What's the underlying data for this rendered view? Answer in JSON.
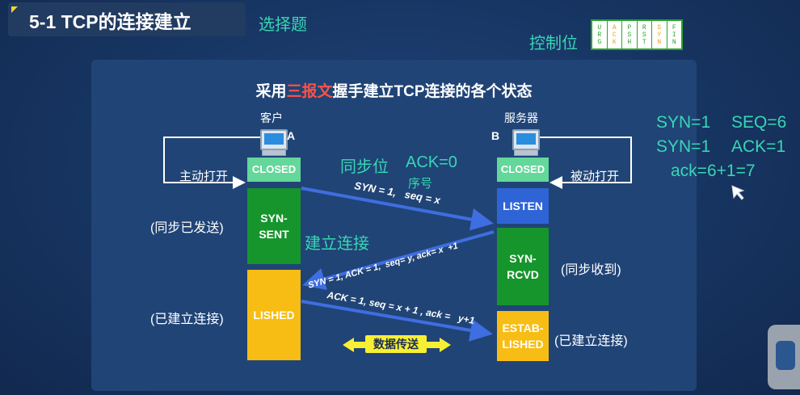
{
  "header": {
    "title": "5-1 TCP的连接建立",
    "subtitle": "选择题"
  },
  "control_bits": {
    "label": "控制位",
    "bits": [
      {
        "chars": [
          "U",
          "R",
          "G"
        ],
        "highlight": false
      },
      {
        "chars": [
          "A",
          "C",
          "K"
        ],
        "highlight": true
      },
      {
        "chars": [
          "P",
          "S",
          "H"
        ],
        "highlight": false
      },
      {
        "chars": [
          "R",
          "S",
          "T"
        ],
        "highlight": false
      },
      {
        "chars": [
          "S",
          "Y",
          "N"
        ],
        "highlight": true
      },
      {
        "chars": [
          "F",
          "I",
          "N"
        ],
        "highlight": false
      }
    ]
  },
  "diagram": {
    "title_pre": "采用",
    "title_red": "三报文",
    "title_post": "握手建立TCP连接的各个状态",
    "client": {
      "label": "客户",
      "letter": "A",
      "open_label": "主动打开"
    },
    "server": {
      "label": "服务器",
      "letter": "B",
      "open_label": "被动打开"
    },
    "client_states": {
      "closed": "CLOSED",
      "syn_sent": "SYN-\nSENT",
      "established": "LISHED"
    },
    "server_states": {
      "closed": "CLOSED",
      "listen": "LISTEN",
      "syn_rcvd": "SYN-\nRCVD",
      "established": "ESTAB-\nLISHED"
    },
    "side_labels": {
      "syn_sent": "(同步已发送)",
      "client_established": "(已建立连接)",
      "syn_rcvd": "(同步收到)",
      "server_established": "(已建立连接)"
    },
    "messages": {
      "m1": "SYN = 1,   seq = x",
      "m2": "SYN = 1, ACK = 1,  seq= y, ack= x  +1",
      "m3": "ACK = 1, seq = x + 1 , ack =   y+1"
    },
    "annotations": {
      "sync_bit": "同步位",
      "ack0": "ACK=0",
      "seq_no": "序号",
      "establish": "建立连接"
    },
    "data_transfer": "数据传送"
  },
  "calculation": {
    "line1a": "SYN=1",
    "line1b": "SEQ=6",
    "line2a": "SYN=1",
    "line2b": "ACK=1",
    "line3": "ack=6+1=7"
  },
  "colors": {
    "background": "#15325f",
    "panel": "#204476",
    "accent_teal": "#38d6b4",
    "closed": "#64d79a",
    "green_state": "#16952d",
    "yellow_state": "#f7bd14",
    "blue_state": "#2f64d6",
    "arrow_blue": "#3f6ee0",
    "title_red": "#ff5148"
  }
}
